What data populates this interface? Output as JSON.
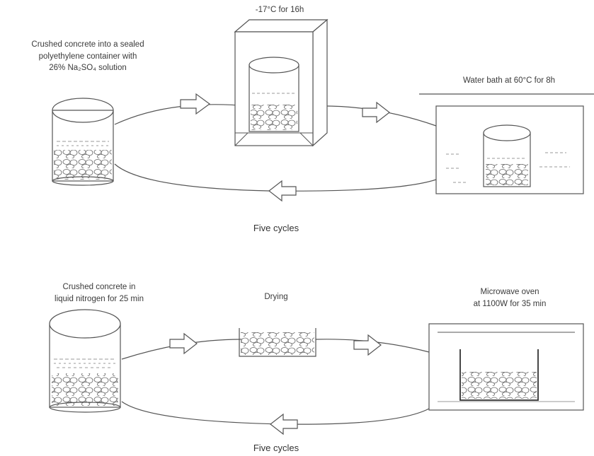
{
  "top_process": {
    "step1_label_lines": [
      "Crushed concrete into a sealed",
      "polyethylene container with",
      "26% Na₂SO₄ solution"
    ],
    "step2_label": "-17°C for 16h",
    "step3_label": "Water bath at 60°C for 8h",
    "cycle_label": "Five cycles"
  },
  "bottom_process": {
    "step1_label_lines": [
      "Crushed concrete in",
      "liquid nitrogen for 25 min"
    ],
    "step2_label": "Drying",
    "step3_label_lines": [
      "Microwave oven",
      "at 1100W for 35 min"
    ],
    "cycle_label": "Five cycles"
  }
}
